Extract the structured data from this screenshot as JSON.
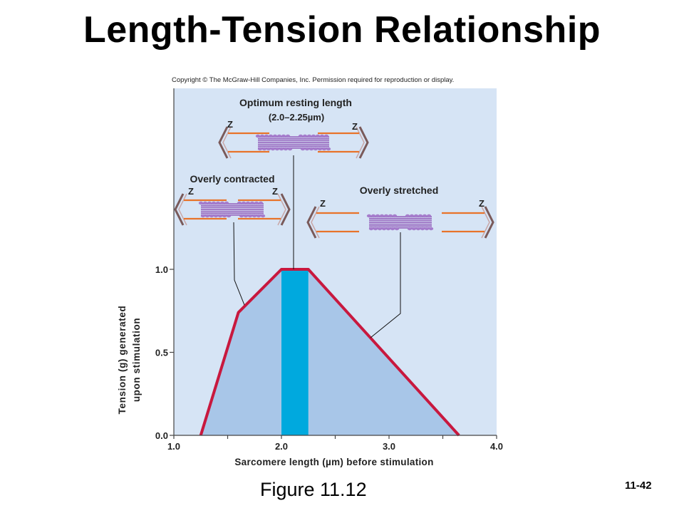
{
  "slide": {
    "title": "Length-Tension Relationship",
    "copyright": "Copyright © The McGraw-Hill Companies, Inc. Permission required for reproduction or display.",
    "figure_caption": "Figure 11.12",
    "slide_number": "11-42"
  },
  "annotations": {
    "optimum_title": "Optimum resting length",
    "optimum_range": "(2.0–2.25µm)",
    "contracted": "Overly contracted",
    "stretched": "Overly stretched",
    "z": "Z"
  },
  "colors": {
    "panel_bg": "#d6e4f5",
    "area_fill": "#a8c6e8",
    "curve": "#c8183e",
    "optimum_band": "#00a9de",
    "thick_filament": "#9b6fc2",
    "thin_filament": "#e8732a",
    "z_line": "#7a5a5a"
  },
  "chart_data": {
    "type": "area",
    "title": "",
    "xlabel": "Sarcomere length (µm) before stimulation",
    "ylabel": "Tension (g) generated upon stimulation",
    "xlim": [
      1.0,
      4.0
    ],
    "ylim": [
      0.0,
      1.0
    ],
    "x_ticks": [
      "1.0",
      "2.0",
      "3.0",
      "4.0"
    ],
    "y_ticks": [
      "0.0",
      "0.5",
      "1.0"
    ],
    "grid": false,
    "series": [
      {
        "x": [
          1.25,
          1.6,
          2.0,
          2.25,
          3.65
        ],
        "y": [
          0.0,
          0.74,
          1.0,
          1.0,
          0.0
        ]
      }
    ],
    "optimum_range": [
      2.0,
      2.25
    ]
  }
}
